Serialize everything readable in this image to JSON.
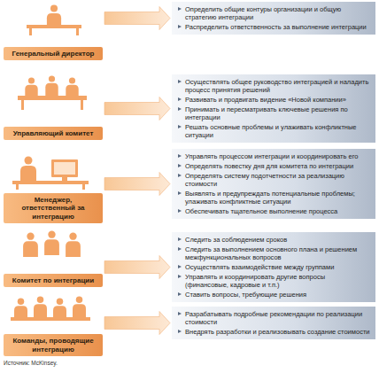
{
  "diagram": {
    "nodes": [
      {
        "text": [
          "Генеральный директор"
        ]
      },
      {
        "text": [
          "Определить общие контуры организации и общую стратегию интеграции",
          "Распределить ответственность за выполнение интеграции"
        ]
      },
      {
        "text": [
          "Управляющий комитет"
        ]
      },
      {
        "text": [
          "Осуществлять общее руководство интеграцией и наладить процесс принятия решений",
          "Развивать и продвигать видение «Новой компании»",
          "Принимать и пересматривать ключевые решения по интеграции",
          "Решать основные проблемы и улаживать конфликтные ситуации"
        ]
      },
      {
        "text": [
          "Менеджер, ответственный за интеграцию"
        ]
      },
      {
        "text": [
          "Управлять процессом интеграции и координировать его",
          "Определять повестку дня для комитета по интеграции",
          "Определять систему подотчетности за реализацию стоимости",
          "Выявлять и предупреждать потенциальные проблемы; улаживать конфликтные ситуации",
          "Обеспечивать тщательное выполнение процесса"
        ]
      },
      {
        "text": [
          "Комитет по интеграции"
        ]
      },
      {
        "text": [
          "Следить за соблюдением сроков",
          "Следить за выполнением основного плана и решением межфункциональных вопросов",
          "Осуществлять взаимодействие между группами",
          "Управлять и координировать другие вопросы (финансовые, кадровые и т.п.)",
          "Ставить вопросы, требующие решения"
        ]
      },
      {
        "text": [
          "Команды, проводящие интеграцию"
        ]
      },
      {
        "text": [
          "Разрабатывать подробные рекомендации по реализации стоимости",
          "Внедрять разработки и реализовывать создание стоимости"
        ]
      }
    ],
    "edges": [
      {
        "from": 0,
        "to": 1,
        "arrow": "to"
      },
      {
        "from": 2,
        "to": 3,
        "arrow": "to"
      },
      {
        "from": 4,
        "to": 5,
        "arrow": "to"
      },
      {
        "from": 6,
        "to": 7,
        "arrow": "to"
      },
      {
        "from": 8,
        "to": 9,
        "arrow": "to"
      }
    ],
    "labels": [
      "Источник: McKinsey."
    ]
  }
}
